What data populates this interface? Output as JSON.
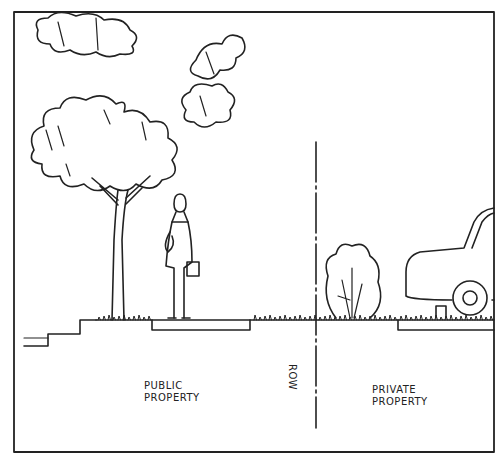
{
  "diagram": {
    "labels": [
      "PUBLIC PROPERTY",
      "ROW",
      "PRIVATE PROPERTY"
    ]
  }
}
